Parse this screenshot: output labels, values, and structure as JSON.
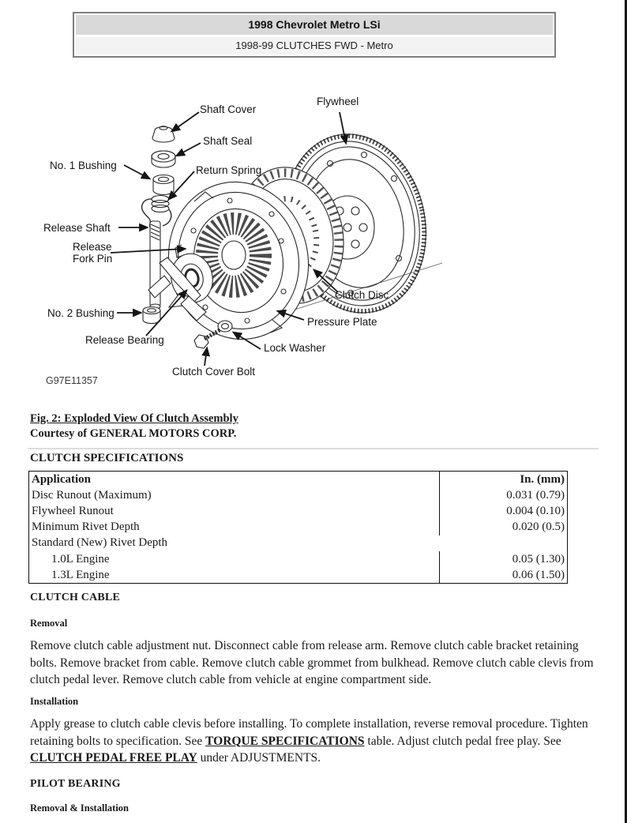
{
  "header": {
    "title": "1998 Chevrolet Metro LSi",
    "subtitle": "1998-99 CLUTCHES FWD - Metro"
  },
  "diagram": {
    "labels": {
      "shaft_cover": "Shaft Cover",
      "shaft_seal": "Shaft Seal",
      "no1_bushing": "No. 1 Bushing",
      "return_spring": "Return Spring",
      "release_shaft": "Release Shaft",
      "release_fork_line1": "Release",
      "release_fork_line2": "Fork Pin",
      "no2_bushing": "No. 2 Bushing",
      "release_bearing": "Release Bearing",
      "clutch_cover_bolt": "Clutch Cover Bolt",
      "lock_washer": "Lock Washer",
      "clutch_disc": "Clutch Disc",
      "pressure_plate": "Pressure Plate",
      "flywheel": "Flywheel",
      "figure_id": "G97E11357"
    },
    "caption_line1": "Fig. 2: Exploded View Of Clutch Assembly",
    "caption_line2": "Courtesy of GENERAL MOTORS CORP."
  },
  "specs": {
    "heading": "CLUTCH SPECIFICATIONS",
    "table": {
      "col1": "Application",
      "col2": "In. (mm)",
      "rows": [
        {
          "app": "Disc Runout (Maximum)",
          "val": "0.031 (0.79)"
        },
        {
          "app": "Flywheel Runout",
          "val": "0.004 (0.10)"
        },
        {
          "app": "Minimum Rivet Depth",
          "val": "0.020 (0.5)"
        },
        {
          "app": "Standard (New) Rivet Depth",
          "val": ""
        },
        {
          "app": "1.0L Engine",
          "val": "0.05 (1.30)"
        },
        {
          "app": "1.3L Engine",
          "val": "0.06 (1.50)"
        }
      ]
    }
  },
  "sections": {
    "clutch_cable": {
      "heading": "CLUTCH CABLE",
      "removal_heading": "Removal",
      "removal_text": "Remove clutch cable adjustment nut. Disconnect cable from release arm. Remove clutch cable bracket retaining bolts. Remove bracket from cable. Remove clutch cable grommet from bulkhead. Remove clutch cable clevis from clutch pedal lever. Remove clutch cable from vehicle at engine compartment side.",
      "installation_heading": "Installation",
      "installation_parts": {
        "p1": "Apply grease to clutch cable clevis before installing. To complete installation, reverse removal procedure. Tighten retaining bolts to specification. See ",
        "link1": "TORQUE SPECIFICATIONS",
        "p2": " table. Adjust clutch pedal free play. See ",
        "link2": "CLUTCH PEDAL FREE PLAY",
        "p3": " under ADJUSTMENTS."
      }
    },
    "pilot_bearing": {
      "heading": "PILOT BEARING",
      "sub_heading": "Removal & Installation"
    }
  }
}
